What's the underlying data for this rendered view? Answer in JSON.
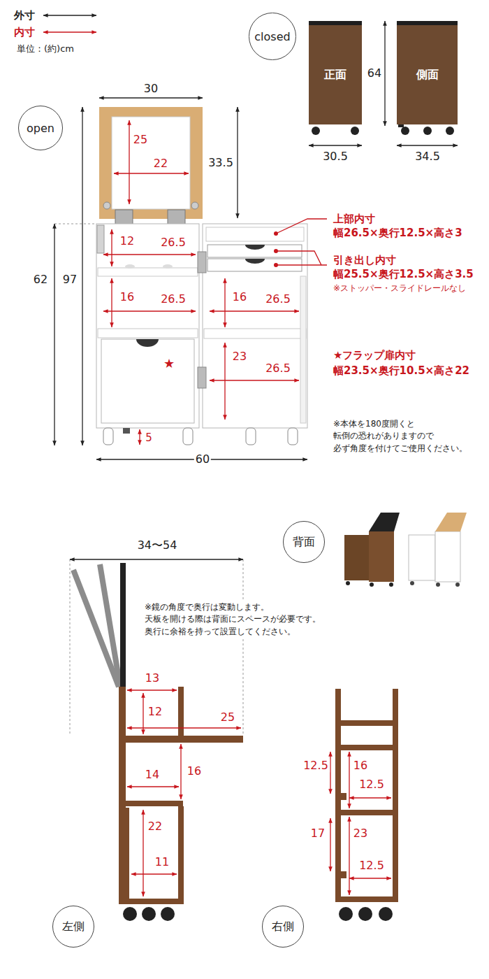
{
  "diagram": {
    "nodes": [
      {
        "text": [
          "closed"
        ]
      },
      {
        "text": [
          "正面"
        ]
      },
      {
        "text": [
          "側面"
        ]
      },
      {
        "text": [
          "open"
        ]
      },
      {
        "text": [
          "背面"
        ]
      },
      {
        "text": [
          "左側"
        ]
      },
      {
        "text": [
          "右側"
        ]
      }
    ],
    "labels": [
      "単位：(約)cm",
      "64",
      "30.5",
      "34.5",
      "30",
      "25",
      "22",
      "33.5",
      "12",
      "26.5",
      "62",
      "97",
      "16",
      "26.5",
      "★",
      "5",
      "16",
      "26.5",
      "23",
      "26.5",
      "60",
      "上部内寸",
      "幅26.5×奥行12.5×高さ3",
      "引き出し内寸",
      "幅25.5×奥行12.5×高さ3.5",
      "※ストッパー・スライドレールなし",
      "★フラップ扉内寸",
      "幅23.5×奥行10.5×高さ22",
      "※本体を180度開くと 転倒の恐れがありますので 必ず角度を付けてご使用ください。",
      "34〜54",
      "※鏡の角度で奥行は変動します。 天板を開ける際は背面にスペースが必要です。 奥行に余裕を持って設置してください。",
      "13",
      "12",
      "25",
      "14",
      "16",
      "22",
      "11",
      "12.5",
      "16",
      "12.5",
      "17",
      "23",
      "12.5"
    ],
    "legend": [
      {
        "text": "外寸"
      },
      {
        "text": "内寸"
      }
    ]
  }
}
